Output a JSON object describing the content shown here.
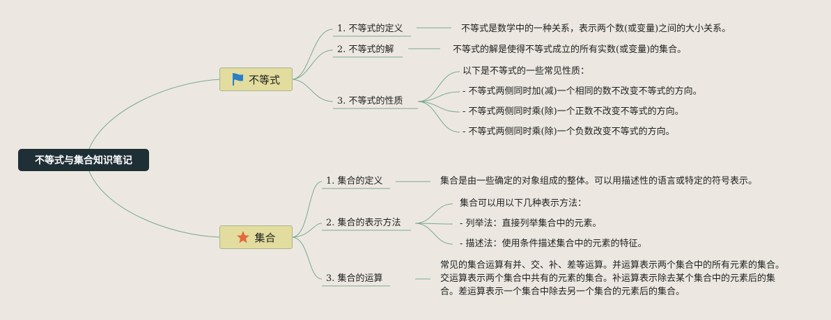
{
  "root": {
    "title": "不等式与集合知识笔记"
  },
  "colors": {
    "line": "#7aa88e",
    "background": "#ece8e1",
    "root_bg": "#1f2f36",
    "branch_bg": "#e2dc9f",
    "flag": "#2a7fc8",
    "star": "#e4683a"
  },
  "inequality": {
    "label": "不等式",
    "icon": "flag-icon",
    "items": [
      {
        "title": "1. 不等式的定义",
        "detail": "不等式是数学中的一种关系，表示两个数(或变量)之间的大小关系。"
      },
      {
        "title": "2. 不等式的解",
        "detail": "不等式的解是使得不等式成立的所有实数(或变量)的集合。"
      },
      {
        "title": "3. 不等式的性质",
        "details": [
          "以下是不等式的一些常见性质：",
          "- 不等式两侧同时加(减)一个相同的数不改变不等式的方向。",
          "- 不等式两侧同时乘(除)一个正数不改变不等式的方向。",
          "- 不等式两侧同时乘(除)一个负数改变不等式的方向。"
        ]
      }
    ]
  },
  "sets": {
    "label": "集合",
    "icon": "star-icon",
    "items": [
      {
        "title": "1. 集合的定义",
        "detail": "集合是由一些确定的对象组成的整体。可以用描述性的语言或特定的符号表示。"
      },
      {
        "title": "2. 集合的表示方法",
        "details": [
          "集合可以用以下几种表示方法：",
          "- 列举法：直接列举集合中的元素。",
          "- 描述法：使用条件描述集合中的元素的特征。"
        ]
      },
      {
        "title": "3. 集合的运算",
        "detail": "常见的集合运算有并、交、补、差等运算。并运算表示两个集合中的所有元素的集合。交运算表示两个集合中共有的元素的集合。补运算表示除去某个集合中的元素后的集合。差运算表示一个集合中除去另一个集合的元素后的集合。"
      }
    ]
  }
}
